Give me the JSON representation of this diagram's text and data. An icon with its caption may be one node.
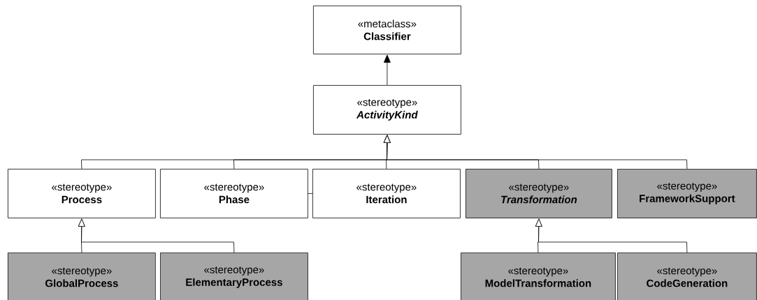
{
  "diagram": {
    "nodes": [
      {
        "text": [
          "«metaclass»",
          "Classifier"
        ]
      },
      {
        "text": [
          "«stereotype»",
          "ActivityKind"
        ]
      },
      {
        "text": [
          "«stereotype»",
          "Process"
        ]
      },
      {
        "text": [
          "«stereotype»",
          "Phase"
        ]
      },
      {
        "text": [
          "«stereotype»",
          "Iteration"
        ]
      },
      {
        "text": [
          "«stereotype»",
          "Transformation"
        ]
      },
      {
        "text": [
          "«stereotype»",
          "FrameworkSupport"
        ]
      },
      {
        "text": [
          "«stereotype»",
          "GlobalProcess"
        ]
      },
      {
        "text": [
          "«stereotype»",
          "ElementaryProcess"
        ]
      },
      {
        "text": [
          "«stereotype»",
          "ModelTransformation"
        ]
      },
      {
        "text": [
          "«stereotype»",
          "CodeGeneration"
        ]
      }
    ],
    "edges": [
      {
        "from": 1,
        "to": 0,
        "arrow": "to"
      },
      {
        "from": 2,
        "to": 1,
        "arrow": "to"
      },
      {
        "from": 3,
        "to": 1,
        "arrow": "to"
      },
      {
        "from": 4,
        "to": 1,
        "arrow": "to"
      },
      {
        "from": 5,
        "to": 1,
        "arrow": "to"
      },
      {
        "from": 6,
        "to": 1,
        "arrow": "to"
      },
      {
        "from": 7,
        "to": 2,
        "arrow": "to"
      },
      {
        "from": 8,
        "to": 2,
        "arrow": "to"
      },
      {
        "from": 9,
        "to": 5,
        "arrow": "to"
      },
      {
        "from": 10,
        "to": 5,
        "arrow": "to"
      },
      {
        "from": 3,
        "to": 4,
        "arrow": "none"
      }
    ]
  }
}
